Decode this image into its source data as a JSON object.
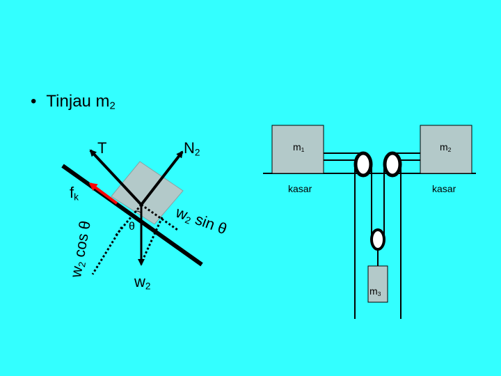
{
  "heading": {
    "bullet": "•",
    "text": "Tinjau m",
    "sub": "2"
  },
  "incline_labels": {
    "tension": "T",
    "normal": "N",
    "normal_sub": "2",
    "friction": "f",
    "friction_sub": "k",
    "weight": "w",
    "weight_sub": "2",
    "theta": "θ",
    "w_sin": "w",
    "w_sin_sub": "2",
    "w_sin_rest": " sin θ",
    "w_cos": "w",
    "w_cos_sub": "2",
    "w_cos_rest": " cos θ"
  },
  "pulley_labels": {
    "m1": "m",
    "m1_sub": "1",
    "m2": "m",
    "m2_sub": "2",
    "m3": "m",
    "m3_sub": "3",
    "surface_left": "kasar",
    "surface_right": "kasar"
  },
  "colors": {
    "background": "#33ffff",
    "block": "#b3c9c9",
    "friction_arrow": "#ff0000",
    "ink": "#000000"
  }
}
